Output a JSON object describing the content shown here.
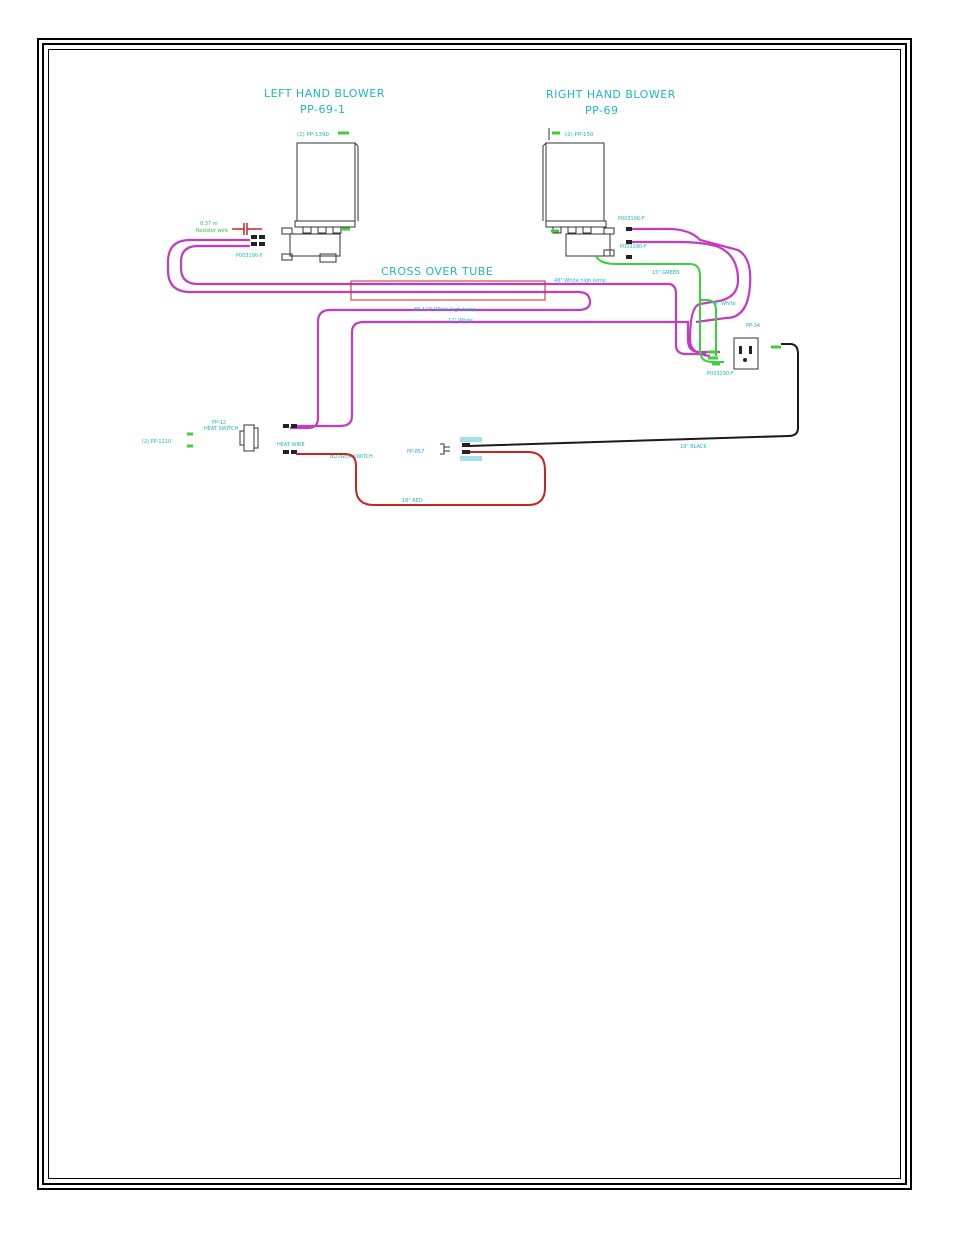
{
  "blowers": {
    "left": {
      "title": "LEFT HAND BLOWER",
      "part": "PP-69-1",
      "fuse_label": "(2) PP-1390"
    },
    "right": {
      "title": "RIGHT HAND BLOWER",
      "part": "PP-69",
      "fuse_label": "(2) PP-150"
    }
  },
  "labels": {
    "cross_over_tube": "CROSS OVER TUBE",
    "resistor": "0.37 m",
    "resistor_sub": "Resistor wire",
    "left_connector": "P003190-F",
    "right_top_connector": "P003106-F",
    "right_mid_connector": "P003190-F",
    "outlet_connector": "P003190-F",
    "wire_green": "15\" GREEN",
    "wire_white_6": "6\" White",
    "wire_white_hightemp_48": "48\" White high temp",
    "wire_white_hightemp_88": "88 1/2\" White high temp",
    "wire_white_12": "12\" White",
    "outlet_part": "PP-34",
    "heater_part": "PP-12",
    "heater_sub": "HEAT SWITCH",
    "heater_fuse": "(2) PP-1210",
    "heat_wire": "HEAT WIRE",
    "blower_switch": "BLOWER SWITCH",
    "switch_part": "PP-857",
    "wire_black": "18\" BLACK",
    "wire_red": "18\" RED"
  },
  "colors": {
    "magenta": "#c23cc2",
    "green": "#3ccf3c",
    "red": "#cc2222",
    "black": "#1a1a1a",
    "label": "#1fb5c5"
  }
}
